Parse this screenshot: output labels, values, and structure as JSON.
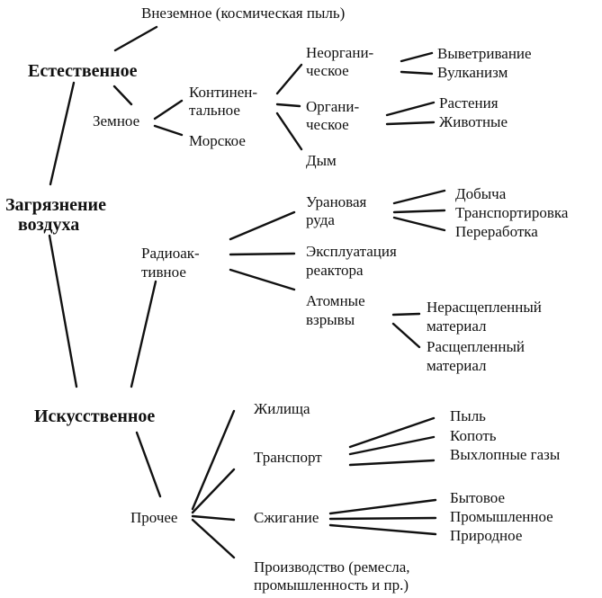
{
  "root": {
    "line1": "Загрязнение",
    "line2": "воздуха"
  },
  "natural": {
    "label": "Естественное",
    "extraterrestrial": "Внеземное (космическая пыль)",
    "terrestrial": "Земное",
    "continental": {
      "line1": "Континен-",
      "line2": "тальное"
    },
    "marine": "Морское",
    "inorganic": {
      "line1": "Неоргани-",
      "line2": "ческое"
    },
    "organic": {
      "line1": "Органи-",
      "line2": "ческое"
    },
    "smoke": "Дым",
    "weathering": "Выветривание",
    "volcanism": "Вулканизм",
    "plants": "Растения",
    "animals": "Животные"
  },
  "radioactive": {
    "label": {
      "line1": "Радиоак-",
      "line2": "тивное"
    },
    "uranium_ore": {
      "line1": "Урановая",
      "line2": "руда"
    },
    "mining": "Добыча",
    "transport": "Транспортировка",
    "processing": "Переработка",
    "reactor": {
      "line1": "Эксплуатация",
      "line2": "реактора"
    },
    "explosions": {
      "line1": "Атомные",
      "line2": "взрывы"
    },
    "unsplit": {
      "line1": "Нерасщепленный",
      "line2": "материал"
    },
    "split": {
      "line1": "Расщепленный",
      "line2": "материал"
    }
  },
  "artificial": {
    "label": "Искусственное",
    "other": "Прочее",
    "dwellings": "Жилища",
    "transport": "Транспорт",
    "dust": "Пыль",
    "soot": "Копоть",
    "exhaust": "Выхлопные газы",
    "combustion": "Сжигание",
    "domestic": "Бытовое",
    "industrial": "Промышленное",
    "natural": "Природное",
    "production": {
      "line1": "Производство (ремесла,",
      "line2": "промышленность и пр.)"
    }
  }
}
